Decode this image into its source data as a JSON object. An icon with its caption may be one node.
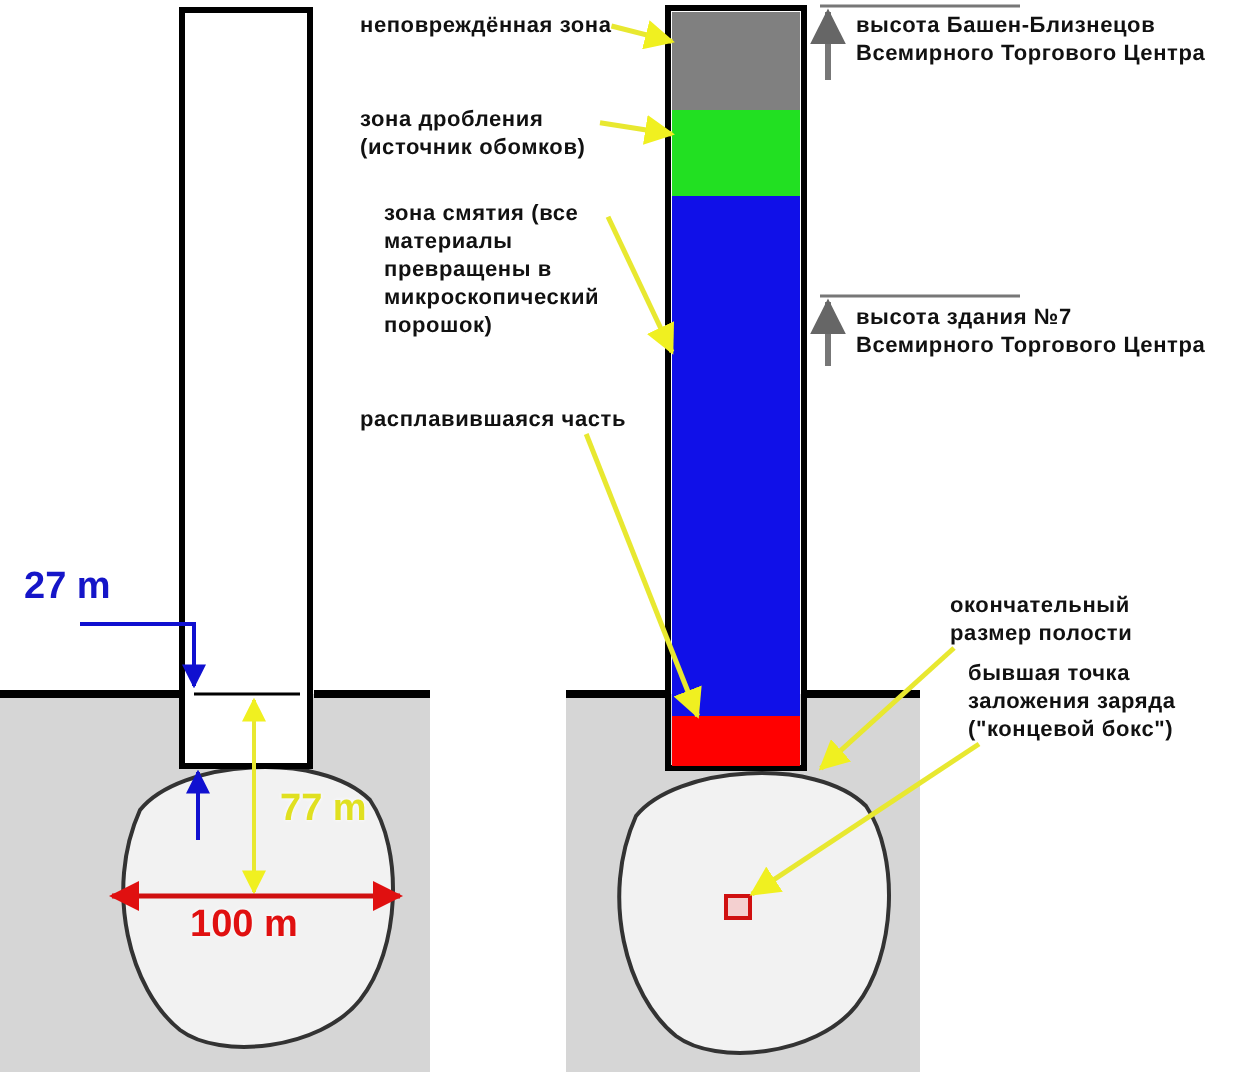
{
  "diagram": {
    "nodes": [
      {
        "text": [
          "неповреждённая зона"
        ]
      },
      {
        "text": [],
        "shape": "box"
      },
      {
        "text": [
          "зона дробления (источник обомков)"
        ]
      },
      {
        "text": [],
        "shape": "box"
      },
      {
        "text": [
          "зона смятия (все материалы превращены в микроскопический порошок)"
        ]
      },
      {
        "text": [],
        "shape": "box"
      },
      {
        "text": [
          "расплавившаяся часть"
        ]
      },
      {
        "text": [],
        "shape": "box"
      },
      {
        "text": [
          "окончательный размер полости"
        ]
      },
      {
        "text": [],
        "shape": "picture"
      },
      {
        "text": [
          "бывшая точка заложения заряда (\"концевой бокс\")"
        ]
      },
      {
        "text": [],
        "shape": "box",
        "in": 9
      }
    ],
    "edges": [
      {
        "from": 0,
        "to": 1,
        "arrow": "to"
      },
      {
        "from": 2,
        "to": 3,
        "arrow": "to"
      },
      {
        "from": 4,
        "to": 5,
        "arrow": "to"
      },
      {
        "from": 6,
        "to": 7,
        "arrow": "to"
      },
      {
        "from": 8,
        "to": 9,
        "arrow": "to"
      },
      {
        "from": 10,
        "to": 11,
        "arrow": "to"
      }
    ],
    "labels": [
      "высота Башен-Близнецов Всемирного Торгового Центра",
      "высота здания №7 Всемирного Торгового Центра",
      "27 m",
      "77 m",
      "100 m"
    ]
  }
}
